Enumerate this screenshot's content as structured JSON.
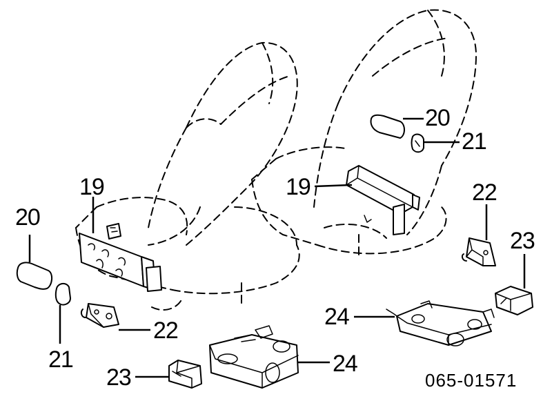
{
  "diagram": {
    "diagram_code": "065-01571",
    "callouts": {
      "left_20": "20",
      "left_21": "21",
      "left_19": "19",
      "left_22": "22",
      "left_23": "23",
      "left_24": "24",
      "right_20": "20",
      "right_21": "21",
      "right_19": "19",
      "right_22": "22",
      "right_23": "23",
      "right_24": "24"
    }
  }
}
